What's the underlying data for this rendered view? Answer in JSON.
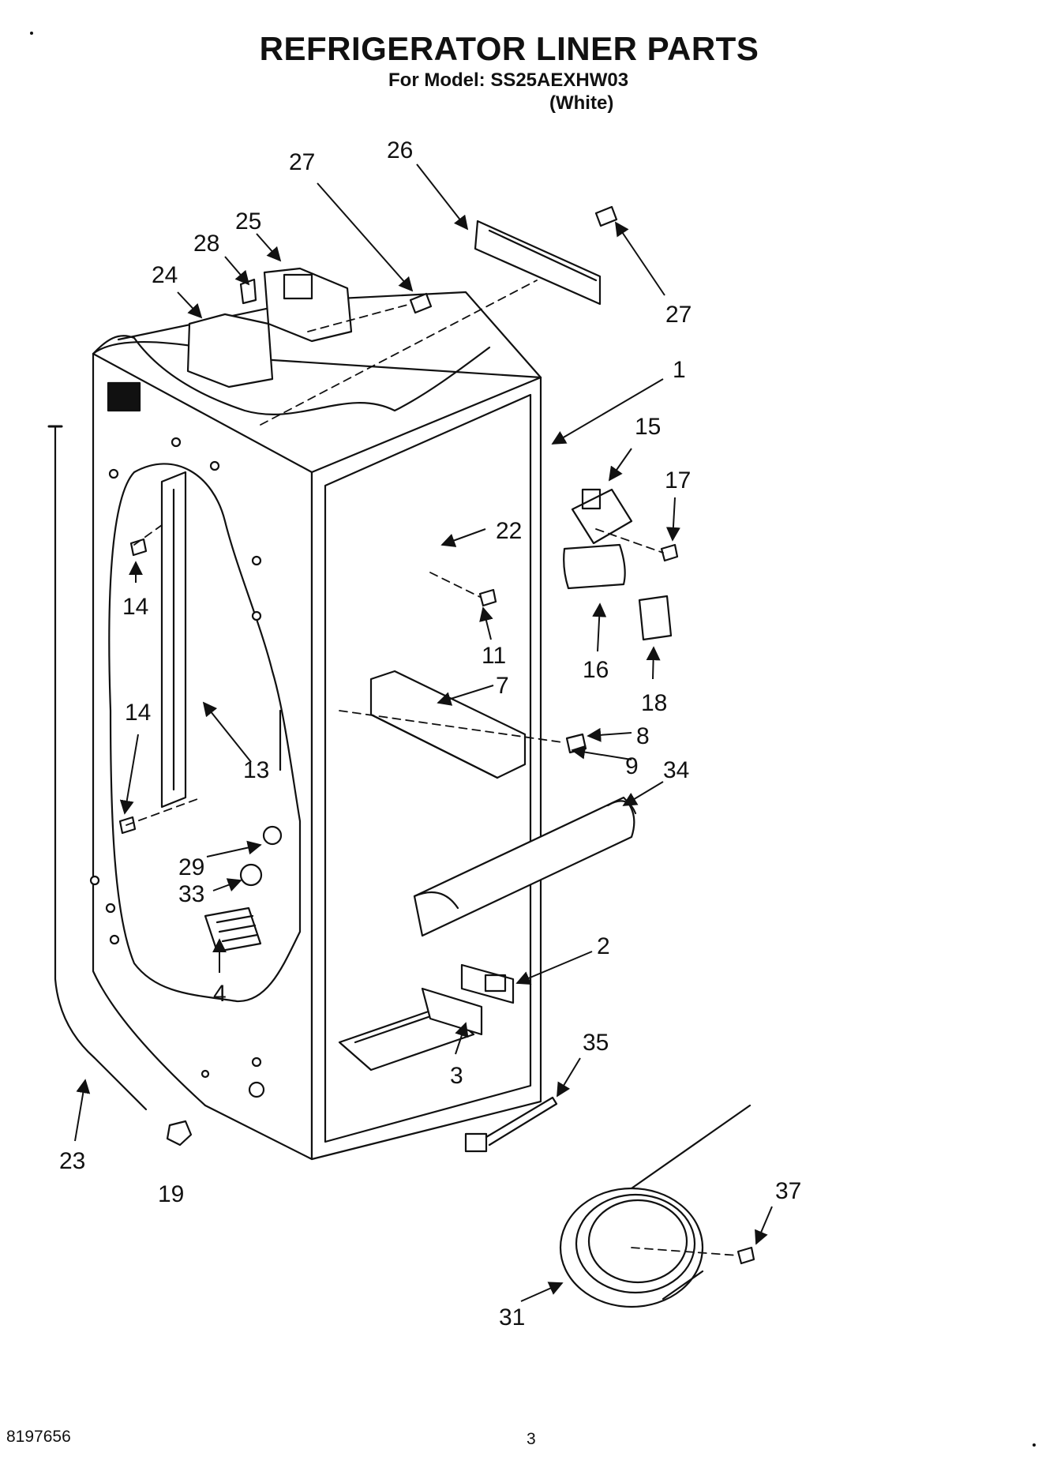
{
  "header": {
    "title": "REFRIGERATOR LINER PARTS",
    "model_line": "For Model: SS25AEXHW03",
    "variant": "(White)"
  },
  "footer": {
    "doc_number": "8197656",
    "page_number": "3"
  },
  "callouts": [
    {
      "id": "c27a",
      "label": "27"
    },
    {
      "id": "c26",
      "label": "26"
    },
    {
      "id": "c25",
      "label": "25"
    },
    {
      "id": "c28",
      "label": "28"
    },
    {
      "id": "c24",
      "label": "24"
    },
    {
      "id": "c27b",
      "label": "27"
    },
    {
      "id": "c1",
      "label": "1"
    },
    {
      "id": "c15",
      "label": "15"
    },
    {
      "id": "c17",
      "label": "17"
    },
    {
      "id": "c22",
      "label": "22"
    },
    {
      "id": "c14a",
      "label": "14"
    },
    {
      "id": "c11",
      "label": "11"
    },
    {
      "id": "c16",
      "label": "16"
    },
    {
      "id": "c18",
      "label": "18"
    },
    {
      "id": "c7",
      "label": "7"
    },
    {
      "id": "c14b",
      "label": "14"
    },
    {
      "id": "c8",
      "label": "8"
    },
    {
      "id": "c13",
      "label": "13"
    },
    {
      "id": "c9",
      "label": "9"
    },
    {
      "id": "c34",
      "label": "34"
    },
    {
      "id": "c29",
      "label": "29"
    },
    {
      "id": "c33",
      "label": "33"
    },
    {
      "id": "c2",
      "label": "2"
    },
    {
      "id": "c4",
      "label": "4"
    },
    {
      "id": "c35",
      "label": "35"
    },
    {
      "id": "c3",
      "label": "3"
    },
    {
      "id": "c23",
      "label": "23"
    },
    {
      "id": "c19",
      "label": "19"
    },
    {
      "id": "c37",
      "label": "37"
    },
    {
      "id": "c31",
      "label": "31"
    }
  ]
}
